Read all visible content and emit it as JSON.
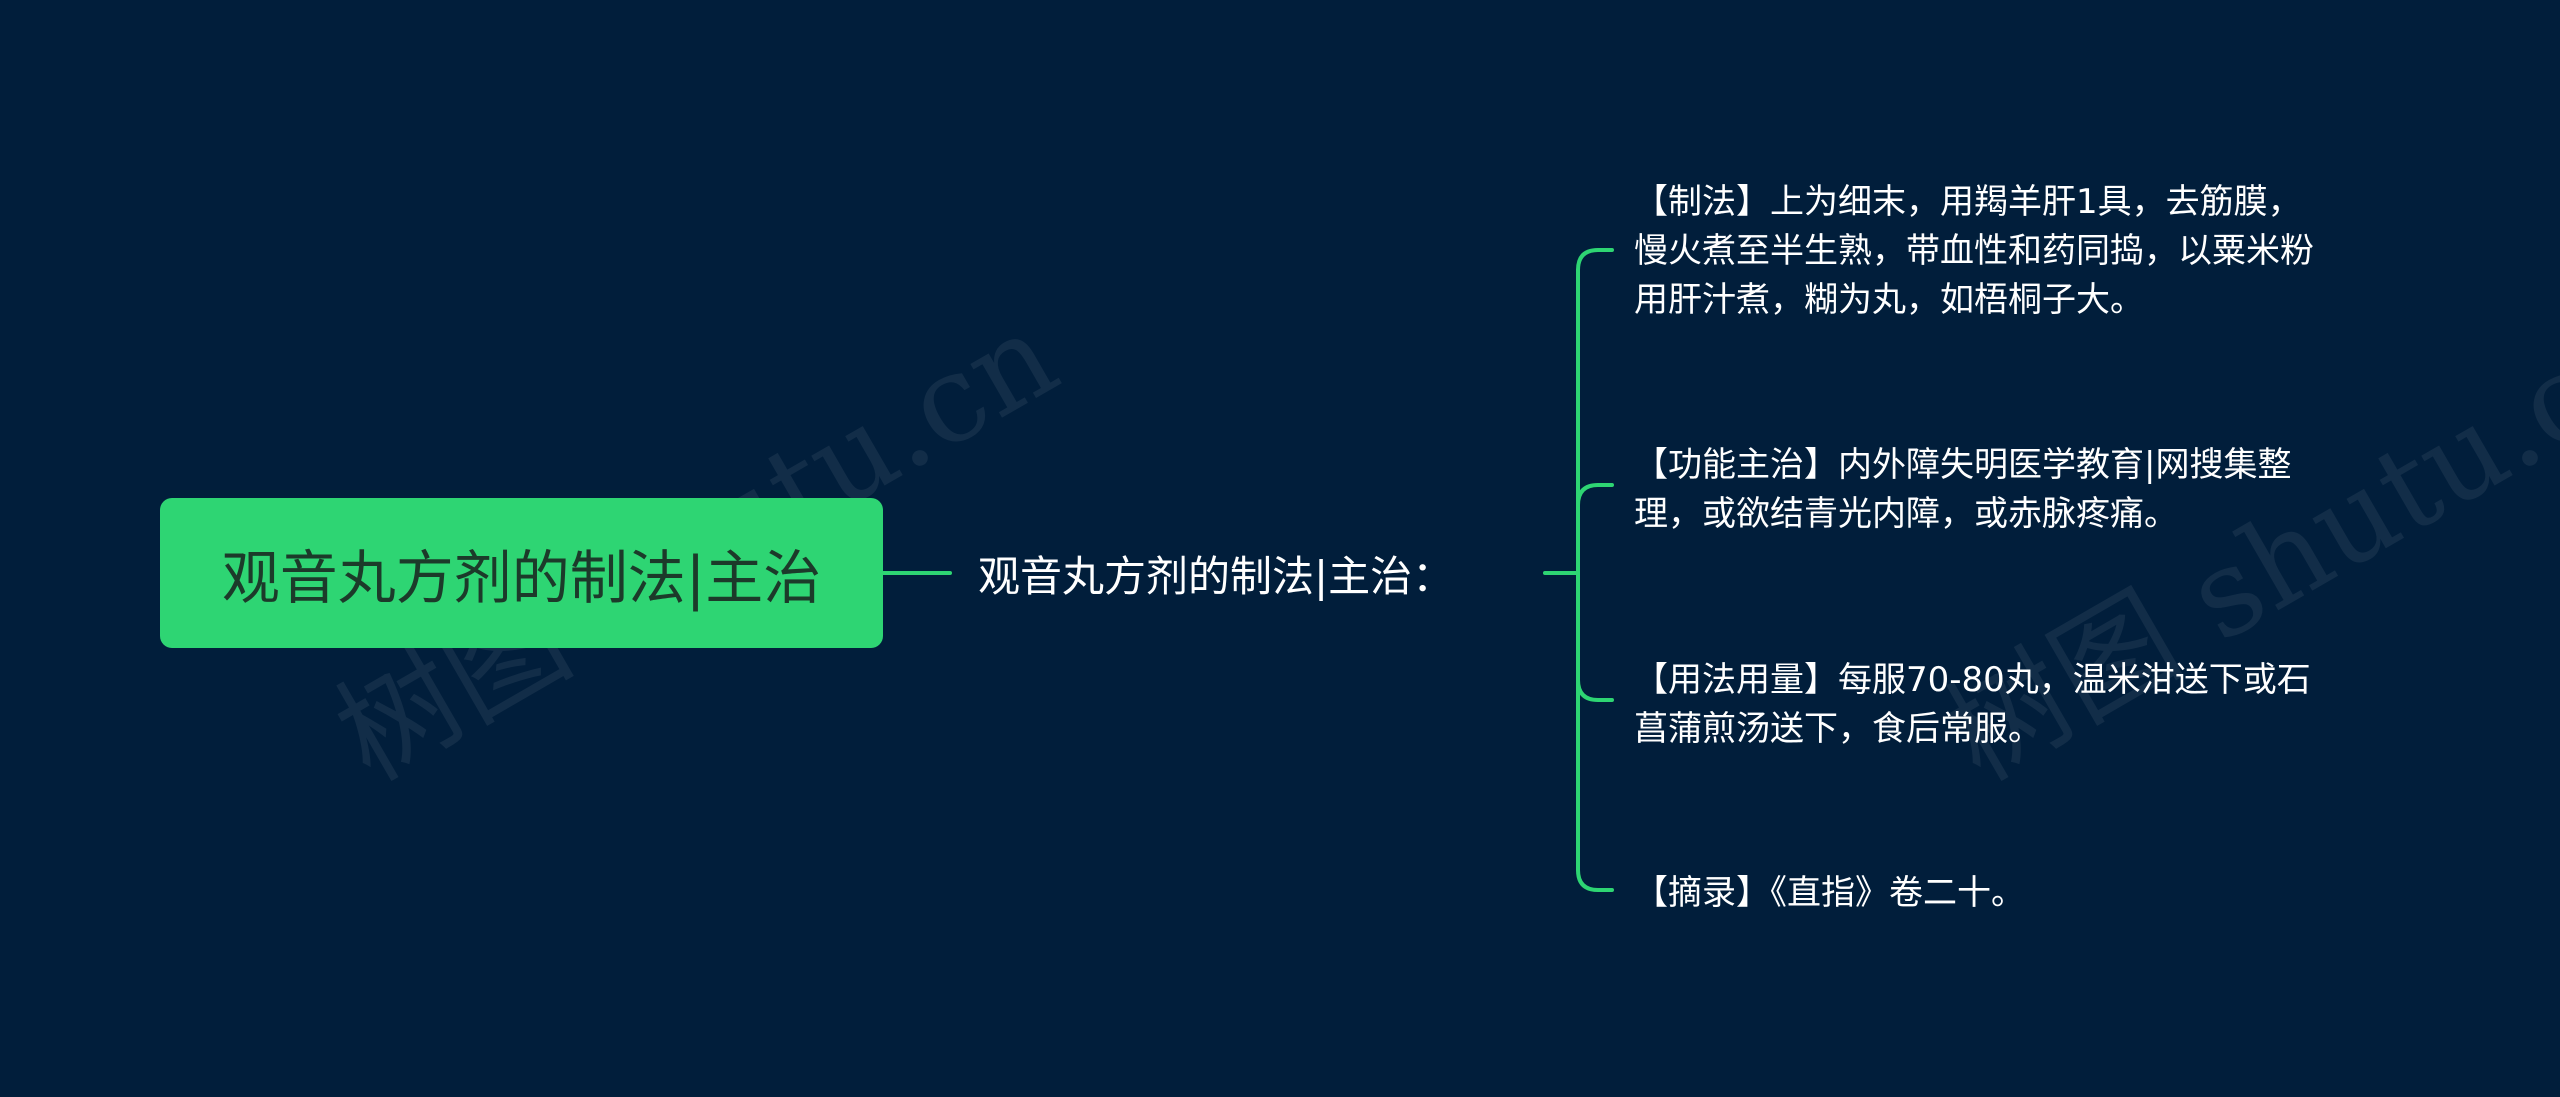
{
  "colors": {
    "background": "#011e3b",
    "root_fill": "#2ed573",
    "connector": "#2ed573",
    "text": "#ffffff"
  },
  "root": {
    "label": "观音丸方剂的制法|主治"
  },
  "subtopic": {
    "label": "观音丸方剂的制法|主治："
  },
  "leaves": [
    {
      "lines": [
        "【制法】上为细末，用羯羊肝1具，去筋膜，",
        "慢火煮至半生熟，带血性和药同捣，以粟米粉",
        "用肝汁煮，糊为丸，如梧桐子大。"
      ]
    },
    {
      "lines": [
        "【功能主治】内外障失明医学教育|网搜集整",
        "理，或欲结青光内障，或赤脉疼痛。"
      ]
    },
    {
      "lines": [
        "【用法用量】每服70-80丸，温米泔送下或石",
        "菖蒲煎汤送下，食后常服。"
      ]
    },
    {
      "lines": [
        "【摘录】《直指》卷二十。"
      ]
    }
  ],
  "watermarks": [
    "树图 shutu.cn",
    "树图 shutu.cn"
  ]
}
